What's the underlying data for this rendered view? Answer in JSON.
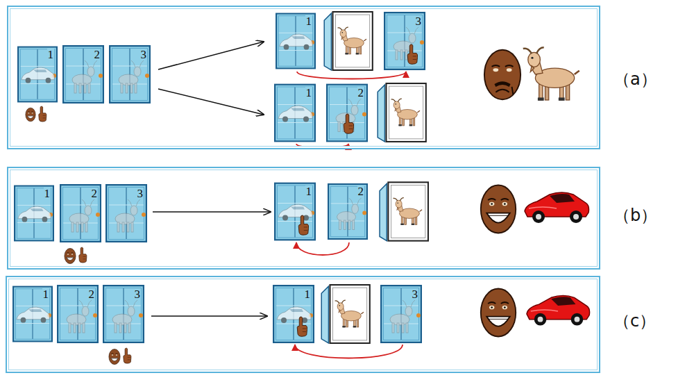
{
  "diagram": {
    "nodes": [
      {
        "text": [
          "（a）"
        ]
      },
      {
        "text": [
          "1"
        ],
        "in": 0
      },
      {
        "text": [
          "2"
        ],
        "in": 0
      },
      {
        "text": [
          "3"
        ],
        "in": 0
      },
      {
        "text": [
          "1"
        ],
        "in": 0
      },
      {
        "text": [
          "3"
        ],
        "in": 0
      },
      {
        "text": [
          "1"
        ],
        "in": 0
      },
      {
        "text": [
          "2"
        ],
        "in": 0
      },
      {
        "text": [
          "（b）"
        ]
      },
      {
        "text": [
          "1"
        ],
        "in": 8
      },
      {
        "text": [
          "2"
        ],
        "in": 8
      },
      {
        "text": [
          "3"
        ],
        "in": 8
      },
      {
        "text": [
          "1"
        ],
        "in": 8
      },
      {
        "text": [
          "2"
        ],
        "in": 8
      },
      {
        "text": [
          "（c）"
        ]
      },
      {
        "text": [
          "1"
        ],
        "in": 14
      },
      {
        "text": [
          "2"
        ],
        "in": 14
      },
      {
        "text": [
          "3"
        ],
        "in": 14
      },
      {
        "text": [
          "1"
        ],
        "in": 14
      },
      {
        "text": [
          "3"
        ],
        "in": 14
      }
    ],
    "edges": [
      {
        "from": 4,
        "to": 5,
        "arrow": "to"
      },
      {
        "from": 6,
        "to": 7,
        "arrow": "to"
      },
      {
        "from": 13,
        "to": 12,
        "arrow": "to"
      },
      {
        "from": 19,
        "to": 18,
        "arrow": "to"
      }
    ]
  }
}
